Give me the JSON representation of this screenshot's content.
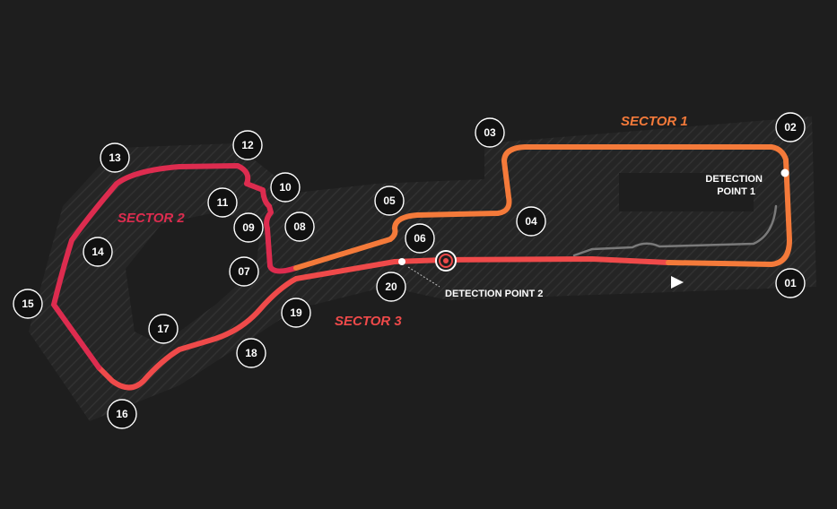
{
  "map": {
    "sectors": [
      {
        "id": "s1",
        "label": "SECTOR 1",
        "color": "#f47a3a"
      },
      {
        "id": "s2",
        "label": "SECTOR 2",
        "color": "#dd2c4f"
      },
      {
        "id": "s3",
        "label": "SECTOR 3",
        "color": "#ef4a4a"
      }
    ],
    "detection_points": [
      {
        "id": "dp1",
        "lines": [
          "DETECTION",
          "POINT 1"
        ]
      },
      {
        "id": "dp2",
        "lines": [
          "DETECTION POINT 2"
        ]
      }
    ],
    "turns": [
      "01",
      "02",
      "03",
      "04",
      "05",
      "06",
      "07",
      "08",
      "09",
      "10",
      "11",
      "12",
      "13",
      "14",
      "15",
      "16",
      "17",
      "18",
      "19",
      "20"
    ],
    "icons": {
      "start": "start-direction-icon",
      "finish": "finish-line-target-icon"
    },
    "colors": {
      "background": "#1e1e1e",
      "runoff": "#2a2a2a",
      "pitlane": "#7a7a7a"
    }
  }
}
